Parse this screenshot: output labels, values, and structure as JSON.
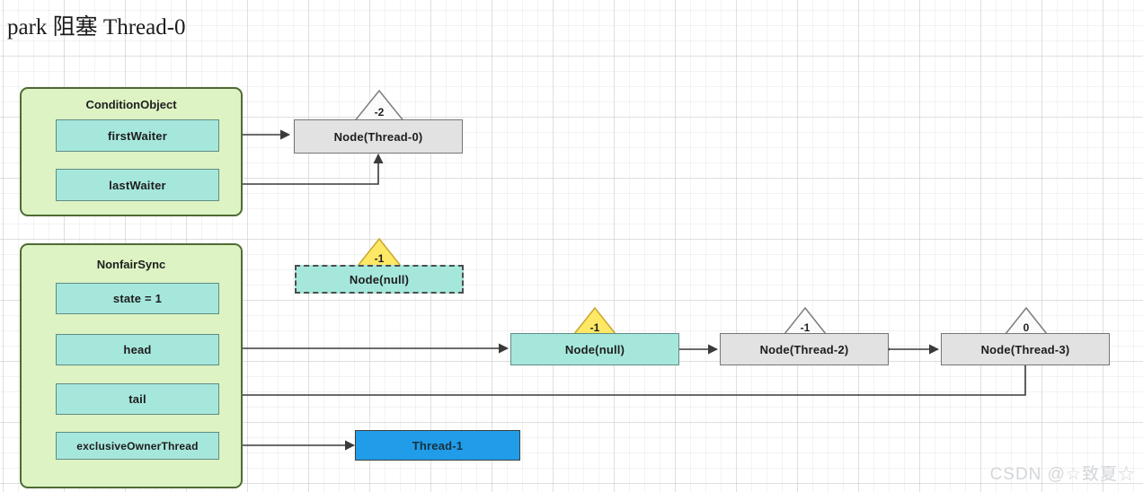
{
  "title": "park 阻塞 Thread-0",
  "watermark": "CSDN @☆致夏☆",
  "colors": {
    "group_fill": "#ddf3c3",
    "group_border": "#4f6b33",
    "field_fill": "#a6e7dc",
    "node_gray_fill": "#e2e2e2",
    "node_blue_fill": "#209ce8",
    "triangle_yellow": "#ffe866",
    "triangle_white": "#fbfbfb",
    "connector": "#3a3a3a"
  },
  "groups": [
    {
      "name": "condition-object",
      "title": "ConditionObject",
      "fields": [
        {
          "name": "firstWaiter-field",
          "label": "firstWaiter"
        },
        {
          "name": "lastWaiter-field",
          "label": "lastWaiter"
        }
      ]
    },
    {
      "name": "nonfair-sync",
      "title": "NonfairSync",
      "fields": [
        {
          "name": "state-field",
          "label": "state = 1"
        },
        {
          "name": "head-field",
          "label": "head"
        },
        {
          "name": "tail-field",
          "label": "tail"
        },
        {
          "name": "exclusiveOwnerThread-field",
          "label": "exclusiveOwnerThread"
        }
      ]
    }
  ],
  "nodes": [
    {
      "name": "node-thread-0",
      "label": "Node(Thread-0)",
      "waitStatus": "-2",
      "style": "gray",
      "triangle": "white"
    },
    {
      "name": "node-null-condition",
      "label": "Node(null)",
      "waitStatus": "-1",
      "style": "cyan-dashed",
      "triangle": "yellow"
    },
    {
      "name": "node-null-head",
      "label": "Node(null)",
      "waitStatus": "-1",
      "style": "cyan",
      "triangle": "yellow"
    },
    {
      "name": "node-thread-2",
      "label": "Node(Thread-2)",
      "waitStatus": "-1",
      "style": "gray",
      "triangle": "white"
    },
    {
      "name": "node-thread-3",
      "label": "Node(Thread-3)",
      "waitStatus": "0",
      "style": "gray",
      "triangle": "white"
    }
  ],
  "owner_thread": {
    "name": "thread-1-box",
    "label": "Thread-1"
  }
}
